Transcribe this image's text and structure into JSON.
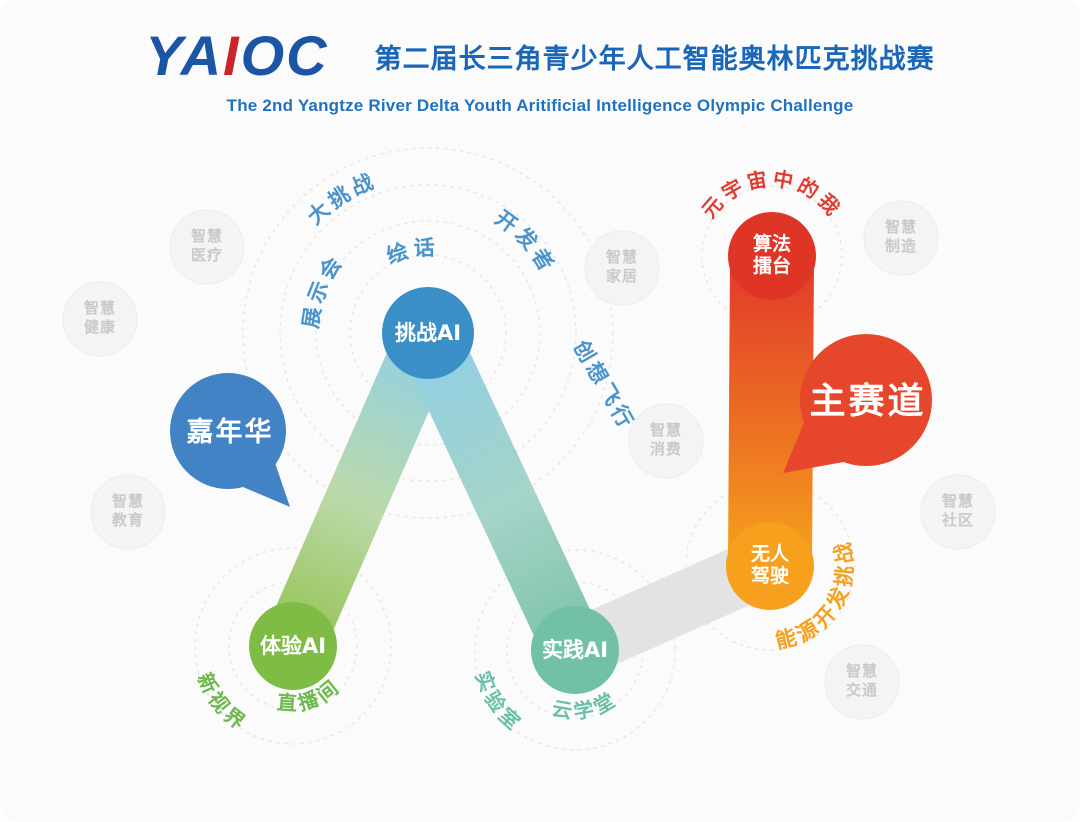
{
  "header": {
    "logo": {
      "part1": "YA",
      "part2": "I",
      "part3": "OC"
    },
    "title_cn": "第二届长三角青少年人工智能奥林匹克挑战赛",
    "subtitle_en": "The 2nd Yangtze River Delta Youth Aritificial Intelligence Olympic Challenge"
  },
  "diagram": {
    "speech_bubbles": {
      "carnival": "嘉年华",
      "main_track": "主赛道"
    },
    "nodes": {
      "challenge_ai": "挑战AI",
      "experience_ai": "体验AI",
      "practice_ai": "实践AI",
      "algorithm_arena": {
        "line1": "算法",
        "line2": "擂台"
      },
      "driverless": {
        "line1": "无人",
        "line2": "驾驶"
      }
    },
    "arc_labels": {
      "exhibition": "展示会",
      "drawing": "绘话",
      "grand_challenge": "大挑战",
      "developer": "开发者",
      "creative_flight": "创想飞行",
      "metaverse_me": "元宇宙中的我",
      "energy_dev_challenge": "能源开发挑战",
      "new_vision": "新视界",
      "live_studio": "直播间",
      "laboratory": "实验室",
      "cloud_classroom": "云学堂"
    },
    "background_bubbles": [
      {
        "line1": "智慧",
        "line2": "医疗"
      },
      {
        "line1": "智慧",
        "line2": "健康"
      },
      {
        "line1": "智慧",
        "line2": "家居"
      },
      {
        "line1": "智慧",
        "line2": "制造"
      },
      {
        "line1": "智慧",
        "line2": "消费"
      },
      {
        "line1": "智慧",
        "line2": "教育"
      },
      {
        "line1": "智慧",
        "line2": "社区"
      },
      {
        "line1": "智慧",
        "line2": "交通"
      }
    ],
    "colors": {
      "brand_blue": "#1b55a5",
      "brand_red": "#c9252b",
      "node_blue": "#3a8fc6",
      "node_green": "#7fbc45",
      "node_teal": "#72c0a5",
      "node_red": "#df3526",
      "node_orange": "#f7a01d",
      "bubble_blue": "#4183c4",
      "bubble_red": "#e6462b",
      "arc_blue": "#4a94cc",
      "arc_green": "#6cb94c",
      "arc_teal": "#69c0a8",
      "arc_red": "#e03c31",
      "arc_orange": "#f5a01e",
      "faded_gray": "#c9c9c9",
      "white": "#ffffff"
    }
  }
}
